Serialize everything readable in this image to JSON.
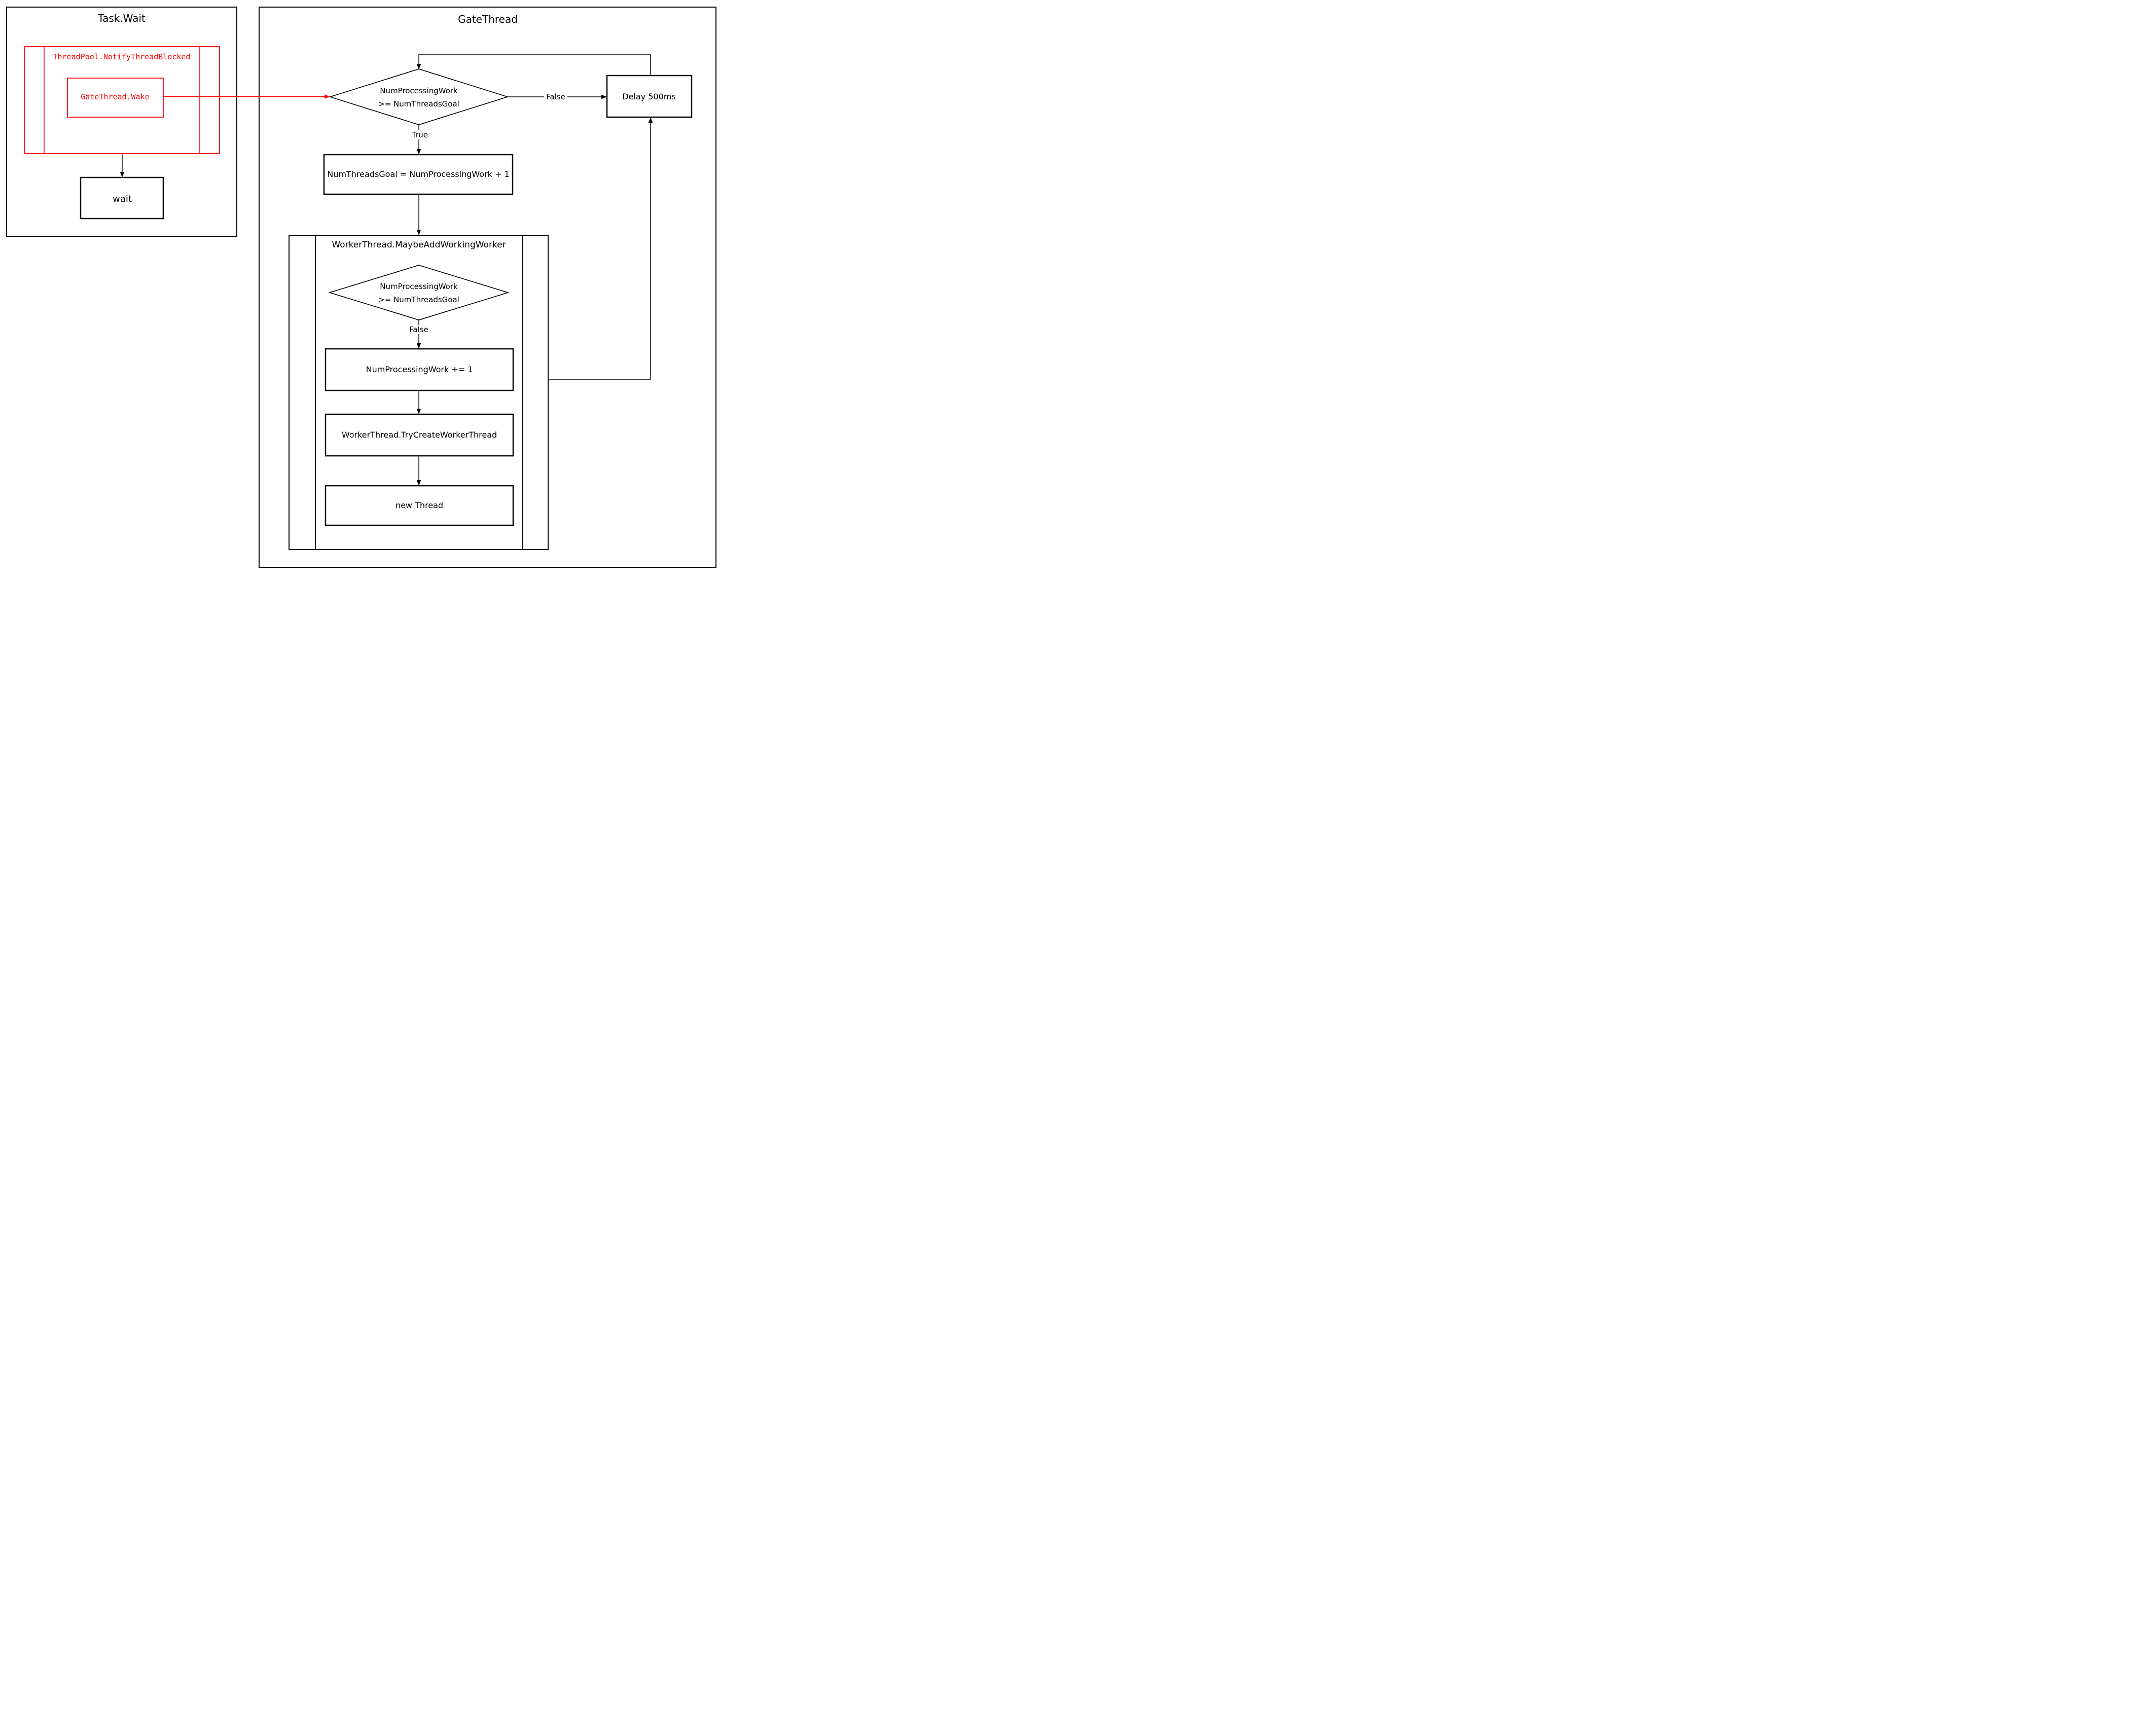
{
  "diagram": {
    "task_wait": {
      "title": "Task.Wait",
      "notify_blocked_label": "ThreadPool.NotifyThreadBlocked",
      "gate_wake_label": "GateThread.Wake",
      "wait_label": "wait"
    },
    "gate_thread": {
      "title": "GateThread",
      "decision": {
        "line1": "NumProcessingWork",
        "line2": ">= NumThreadsGoal"
      },
      "true_label": "True",
      "false_label": "False",
      "set_goal_label": "NumThreadsGoal = NumProcessingWork + 1",
      "delay_label": "Delay 500ms",
      "subprocess": {
        "title": "WorkerThread.MaybeAddWorkingWorker",
        "decision": {
          "line1": "NumProcessingWork",
          "line2": ">= NumThreadsGoal"
        },
        "false_label": "False",
        "increment_label": "NumProcessingWork  += 1",
        "try_create_label": "WorkerThread.TryCreateWorkerThread",
        "new_thread_label": "new Thread"
      }
    },
    "colors": {
      "highlight": "#ff0000",
      "line": "#000000",
      "background": "#ffffff"
    }
  }
}
